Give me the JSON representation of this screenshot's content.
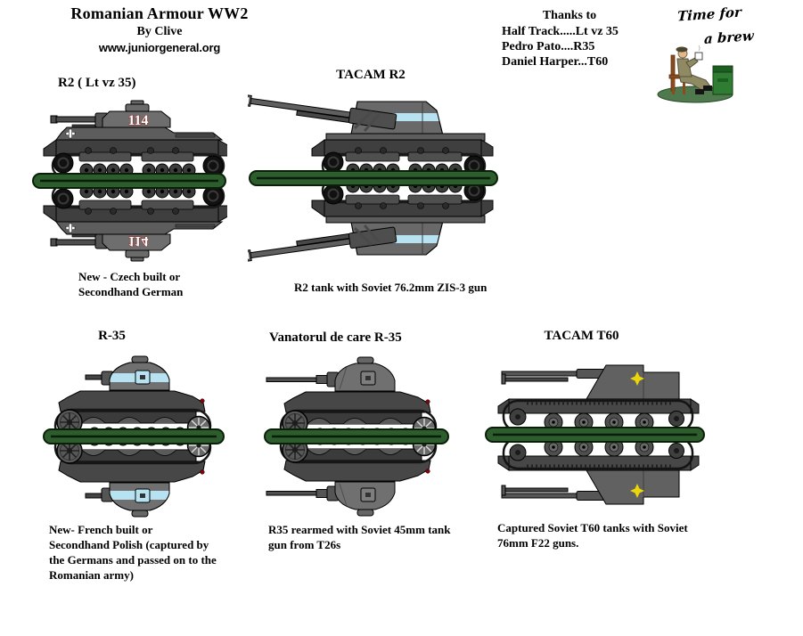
{
  "page": {
    "title": "Romanian Armour WW2",
    "byline": "By Clive",
    "website": "www.juniorgeneral.org"
  },
  "credits": {
    "heading": "Thanks to",
    "lines": [
      "Half Track.....Lt vz 35",
      "Pedro Pato....R35",
      "Daniel Harper...T60"
    ]
  },
  "brew": {
    "line1": "Time for",
    "line2": "a brew"
  },
  "tanks": [
    {
      "id": "r2",
      "label": "R2 ( Lt vz 35)",
      "turret_number": "114",
      "caption": "New - Czech built or\nSecondhand German"
    },
    {
      "id": "tacam-r2",
      "label": "TACAM R2",
      "caption": "R2 tank with Soviet 76.2mm ZIS-3 gun"
    },
    {
      "id": "r35",
      "label": "R-35",
      "caption": "New- French built or\nSecondhand Polish (captured by\nthe Germans and passed on to the\nRomanian army)"
    },
    {
      "id": "vanatorul",
      "label": "Vanatorul de care R-35",
      "caption": "R35 rearmed with Soviet 45mm tank\ngun from T26s"
    },
    {
      "id": "tacam-t60",
      "label": "TACAM T60",
      "caption": "Captured Soviet T60 tanks with Soviet\n76mm F22 guns."
    }
  ],
  "palette": {
    "base_green": "#2d5c2d",
    "base_green_dark": "#0a1f0a",
    "stripe_blue": "#b7e2f2",
    "marking_yellow": "#ecd50a",
    "turret_number_outline_red": "#9b1c1c",
    "hull_dark_grey": "#3f3f3f",
    "hull_light_grey": "#6e6e6e",
    "ground_green": "#4e7a4e",
    "crate_green": "#2e7d32",
    "uniform_khaki": "#8f8a63"
  }
}
